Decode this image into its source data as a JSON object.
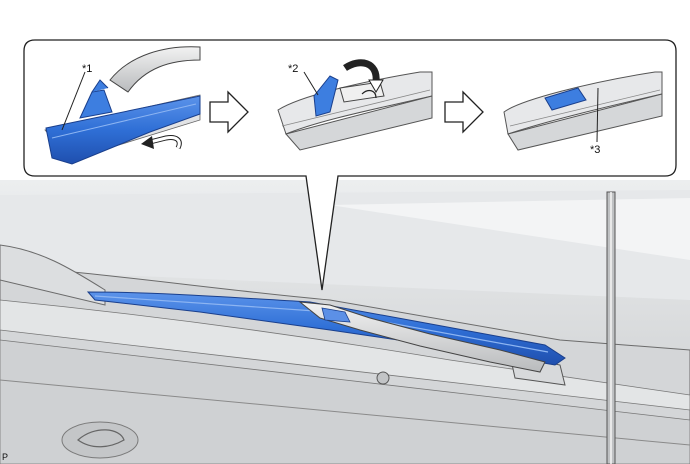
{
  "labels": {
    "wiper_arm": "*1",
    "retaining_clip": "*2",
    "blade_mount": "*3"
  },
  "corner_code": "P",
  "colors": {
    "highlight_blue": "#2f6fd6",
    "highlight_blue_dark": "#1f4fae",
    "body_gray": "#d9dadc",
    "line_dark": "#3a3a3a"
  },
  "icons": [
    "rotate-arrow-icon",
    "arrow-right-icon"
  ]
}
